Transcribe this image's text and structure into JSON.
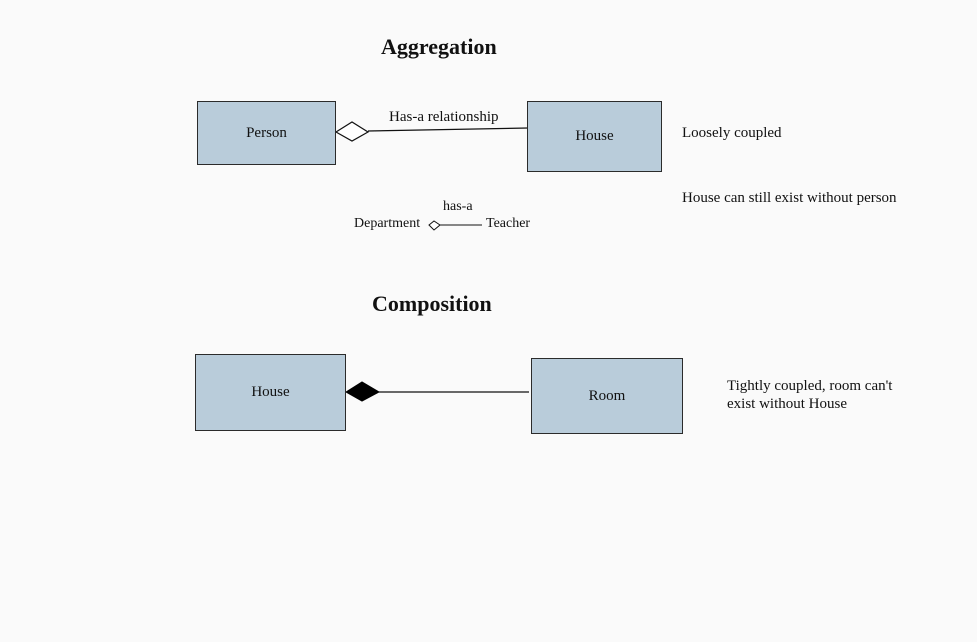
{
  "aggregation": {
    "title": "Aggregation",
    "left_box": "Person",
    "right_box": "House",
    "relation_label": "Has-a relationship",
    "note_1": "Loosely coupled",
    "note_2": "House can still exist without person",
    "example": {
      "label": "has-a",
      "left": "Department",
      "right": "Teacher"
    }
  },
  "composition": {
    "title": "Composition",
    "left_box": "House",
    "right_box": "Room",
    "note_line_1": "Tightly coupled, room can't",
    "note_line_2": "exist without House"
  }
}
